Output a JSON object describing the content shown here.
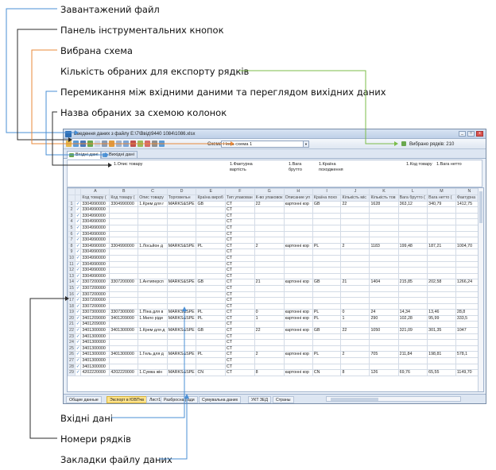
{
  "callouts": {
    "loaded_file": "Завантажений файл",
    "toolbar": "Панель інструментальних кнопок",
    "selected_schema": "Вибрана схема",
    "selected_count": "Кількість обраних для експорту рядків",
    "toggle_view": "Перемикання між вхідними даними та переглядом вихідних даних",
    "column_names": "Назва обраних за схемою колонок",
    "input_data": "Вхідні дані",
    "row_numbers": "Номери рядків",
    "file_tabs": "Закладки файлу даних"
  },
  "window": {
    "title": "Введення даних з файлу E:\\7\\Ввід\\9440 1084\\1086.xlsx",
    "schema_label": "Схема",
    "schema_value": "Нова схема 1",
    "selected_rows": "Вибрано рядків: 210",
    "min_btn": "_",
    "max_btn": "□",
    "close_btn": "x"
  },
  "view_tabs": {
    "input_tab": "Вхідні дані",
    "output_tab": "Вихідні дані"
  },
  "header_panel": {
    "col1": "1.Опис товару",
    "col2": "1.Фактурна вартість",
    "col3": "1.Вага брутто",
    "col4": "1.Країна походження",
    "col5": "1.Код товару",
    "col6": "1.Вага нетто"
  },
  "grid": {
    "letters": [
      "",
      "",
      "A",
      "B",
      "C",
      "D",
      "E",
      "F",
      "G",
      "H",
      "I",
      "J",
      "K",
      "L",
      "M",
      "N"
    ],
    "names": [
      "",
      "",
      "Код товару (",
      "Код товару (",
      "Опис товару",
      "Торговельн",
      "Країна вироб",
      "Тип упакован",
      "К-во упаковок",
      "Описание уп",
      "Країна похо",
      "Кількість міс",
      "Кількість тов",
      "Вага брутто (",
      "Вага нетто (",
      "Фактурна"
    ],
    "rows": [
      [
        "1",
        "✓",
        "3304990000",
        "3304990000",
        "1.Крем для г",
        "MARKS&SPE",
        "GB",
        "CT",
        "22",
        "картонні кор",
        "GB",
        "22",
        "1628",
        "363,12",
        "340,79",
        "1412,75"
      ],
      [
        "2",
        "✓",
        "3304990000",
        "",
        "",
        "",
        "",
        "CT",
        "",
        "",
        "",
        "",
        "",
        "",
        "",
        ""
      ],
      [
        "3",
        "✓",
        "3304990000",
        "",
        "",
        "",
        "",
        "CT",
        "",
        "",
        "",
        "",
        "",
        "",
        "",
        ""
      ],
      [
        "4",
        "✓",
        "3304990000",
        "",
        "",
        "",
        "",
        "CT",
        "",
        "",
        "",
        "",
        "",
        "",
        "",
        ""
      ],
      [
        "5",
        "✓",
        "3304990000",
        "",
        "",
        "",
        "",
        "CT",
        "",
        "",
        "",
        "",
        "",
        "",
        "",
        ""
      ],
      [
        "6",
        "✓",
        "3304990000",
        "",
        "",
        "",
        "",
        "CT",
        "",
        "",
        "",
        "",
        "",
        "",
        "",
        ""
      ],
      [
        "7",
        "✓",
        "3304990000",
        "",
        "",
        "",
        "",
        "CT",
        "",
        "",
        "",
        "",
        "",
        "",
        "",
        ""
      ],
      [
        "8",
        "✓",
        "3304990000",
        "3304990000",
        "1.Лосьйон д",
        "MARKS&SPE",
        "PL",
        "CT",
        "2",
        "картонні кор",
        "PL",
        "2",
        "1183",
        "199,48",
        "187,21",
        "1004,70"
      ],
      [
        "9",
        "✓",
        "3304990000",
        "",
        "",
        "",
        "",
        "CT",
        "",
        "",
        "",
        "",
        "",
        "",
        "",
        ""
      ],
      [
        "10",
        "✓",
        "3304990000",
        "",
        "",
        "",
        "",
        "CT",
        "",
        "",
        "",
        "",
        "",
        "",
        "",
        ""
      ],
      [
        "11",
        "✓",
        "3304990000",
        "",
        "",
        "",
        "",
        "CT",
        "",
        "",
        "",
        "",
        "",
        "",
        "",
        ""
      ],
      [
        "12",
        "✓",
        "3304990000",
        "",
        "",
        "",
        "",
        "CT",
        "",
        "",
        "",
        "",
        "",
        "",
        "",
        ""
      ],
      [
        "13",
        "✓",
        "3304990000",
        "",
        "",
        "",
        "",
        "CT",
        "",
        "",
        "",
        "",
        "",
        "",
        "",
        ""
      ],
      [
        "14",
        "✓",
        "3307200000",
        "3307200000",
        "1.Антиперсп",
        "MARKS&SPE",
        "GB",
        "CT",
        "21",
        "картонні кор",
        "GB",
        "21",
        "1404",
        "215,85",
        "202,58",
        "1266,24"
      ],
      [
        "15",
        "✓",
        "3307200000",
        "",
        "",
        "",
        "",
        "CT",
        "",
        "",
        "",
        "",
        "",
        "",
        "",
        ""
      ],
      [
        "16",
        "✓",
        "3307200000",
        "",
        "",
        "",
        "",
        "CT",
        "",
        "",
        "",
        "",
        "",
        "",
        "",
        ""
      ],
      [
        "17",
        "✓",
        "3307200000",
        "",
        "",
        "",
        "",
        "CT",
        "",
        "",
        "",
        "",
        "",
        "",
        "",
        ""
      ],
      [
        "18",
        "✓",
        "3307200000",
        "",
        "",
        "",
        "",
        "CT",
        "",
        "",
        "",
        "",
        "",
        "",
        "",
        ""
      ],
      [
        "19",
        "✓",
        "3307300000",
        "3307300000",
        "1.Піна для в",
        "MARKS&SPE",
        "PL",
        "CT",
        "0",
        "картонні кор",
        "PL",
        "0",
        "24",
        "14,34",
        "13,46",
        "28,8"
      ],
      [
        "20",
        "✓",
        "3401209000",
        "3401209000",
        "1.Мило ріди",
        "MARKS&SPE",
        "PL",
        "CT",
        "1",
        "картонні кор",
        "PL",
        "1",
        "290",
        "102,28",
        "95,99",
        "333,5"
      ],
      [
        "21",
        "✓",
        "3401209000",
        "",
        "",
        "",
        "",
        "CT",
        "",
        "",
        "",
        "",
        "",
        "",
        "",
        ""
      ],
      [
        "22",
        "✓",
        "3401300000",
        "3401300000",
        "1.Крем для д",
        "MARKS&SPE",
        "GB",
        "CT",
        "22",
        "картонні кор",
        "GB",
        "22",
        "1050",
        "321,09",
        "301,35",
        "1047"
      ],
      [
        "23",
        "✓",
        "3401300000",
        "",
        "",
        "",
        "",
        "CT",
        "",
        "",
        "",
        "",
        "",
        "",
        "",
        ""
      ],
      [
        "24",
        "✓",
        "3401300000",
        "",
        "",
        "",
        "",
        "CT",
        "",
        "",
        "",
        "",
        "",
        "",
        "",
        ""
      ],
      [
        "25",
        "✓",
        "3401300000",
        "",
        "",
        "",
        "",
        "CT",
        "",
        "",
        "",
        "",
        "",
        "",
        "",
        ""
      ],
      [
        "26",
        "✓",
        "3401300000",
        "3401300000",
        "1.Гель для д",
        "MARKS&SPE",
        "PL",
        "CT",
        "2",
        "картонні кор",
        "PL",
        "2",
        "705",
        "211,84",
        "198,81",
        "578,1"
      ],
      [
        "27",
        "✓",
        "3401300000",
        "",
        "",
        "",
        "",
        "CT",
        "",
        "",
        "",
        "",
        "",
        "",
        "",
        ""
      ],
      [
        "28",
        "✓",
        "3401300000",
        "",
        "",
        "",
        "",
        "CT",
        "",
        "",
        "",
        "",
        "",
        "",
        "",
        ""
      ],
      [
        "29",
        "✓",
        "4202220000",
        "4202220000",
        "1.Сумка жін",
        "MARKS&SPE",
        "CN",
        "CT",
        "8",
        "картонні кор",
        "CN",
        "8",
        "126",
        "69,76",
        "65,55",
        "1149,70"
      ]
    ]
  },
  "sheet_tabs": [
    "Общие данные",
    "Экспорт в ЮВПчв",
    "Лист1",
    "Разбросна ради",
    "Сумувальна даних",
    "УКТ ЗЕД",
    "Страны"
  ],
  "colors": {
    "accent": "#2f6fb5",
    "callout_line": "#2b2b2b",
    "orange_line": "#e8893a",
    "green_line": "#7bbd4a",
    "blue_line": "#4a8fd6"
  }
}
